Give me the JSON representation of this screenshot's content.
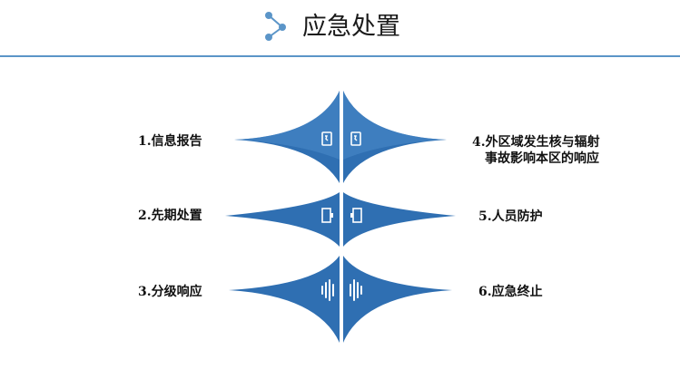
{
  "header": {
    "title": "应急处置",
    "icon": "share-nodes-icon"
  },
  "colors": {
    "accent": "#5b95c8",
    "shape": "#2f6fb2",
    "shape_light": "#3b7cc0"
  },
  "steps_left": [
    {
      "label": "1.信息报告",
      "icon": "phone-icon"
    },
    {
      "label": "2.先期处置",
      "icon": "battery-icon"
    },
    {
      "label": "3.分级响应",
      "icon": "sound-wave-icon"
    }
  ],
  "steps_right": [
    {
      "line1": "4.外区域发生核与辐射",
      "line2": "事故影响本区的响应",
      "icon": "phone-icon"
    },
    {
      "line1": "5.人员防护",
      "icon": "battery-icon"
    },
    {
      "line1": "6.应急终止",
      "icon": "sound-wave-icon"
    }
  ]
}
